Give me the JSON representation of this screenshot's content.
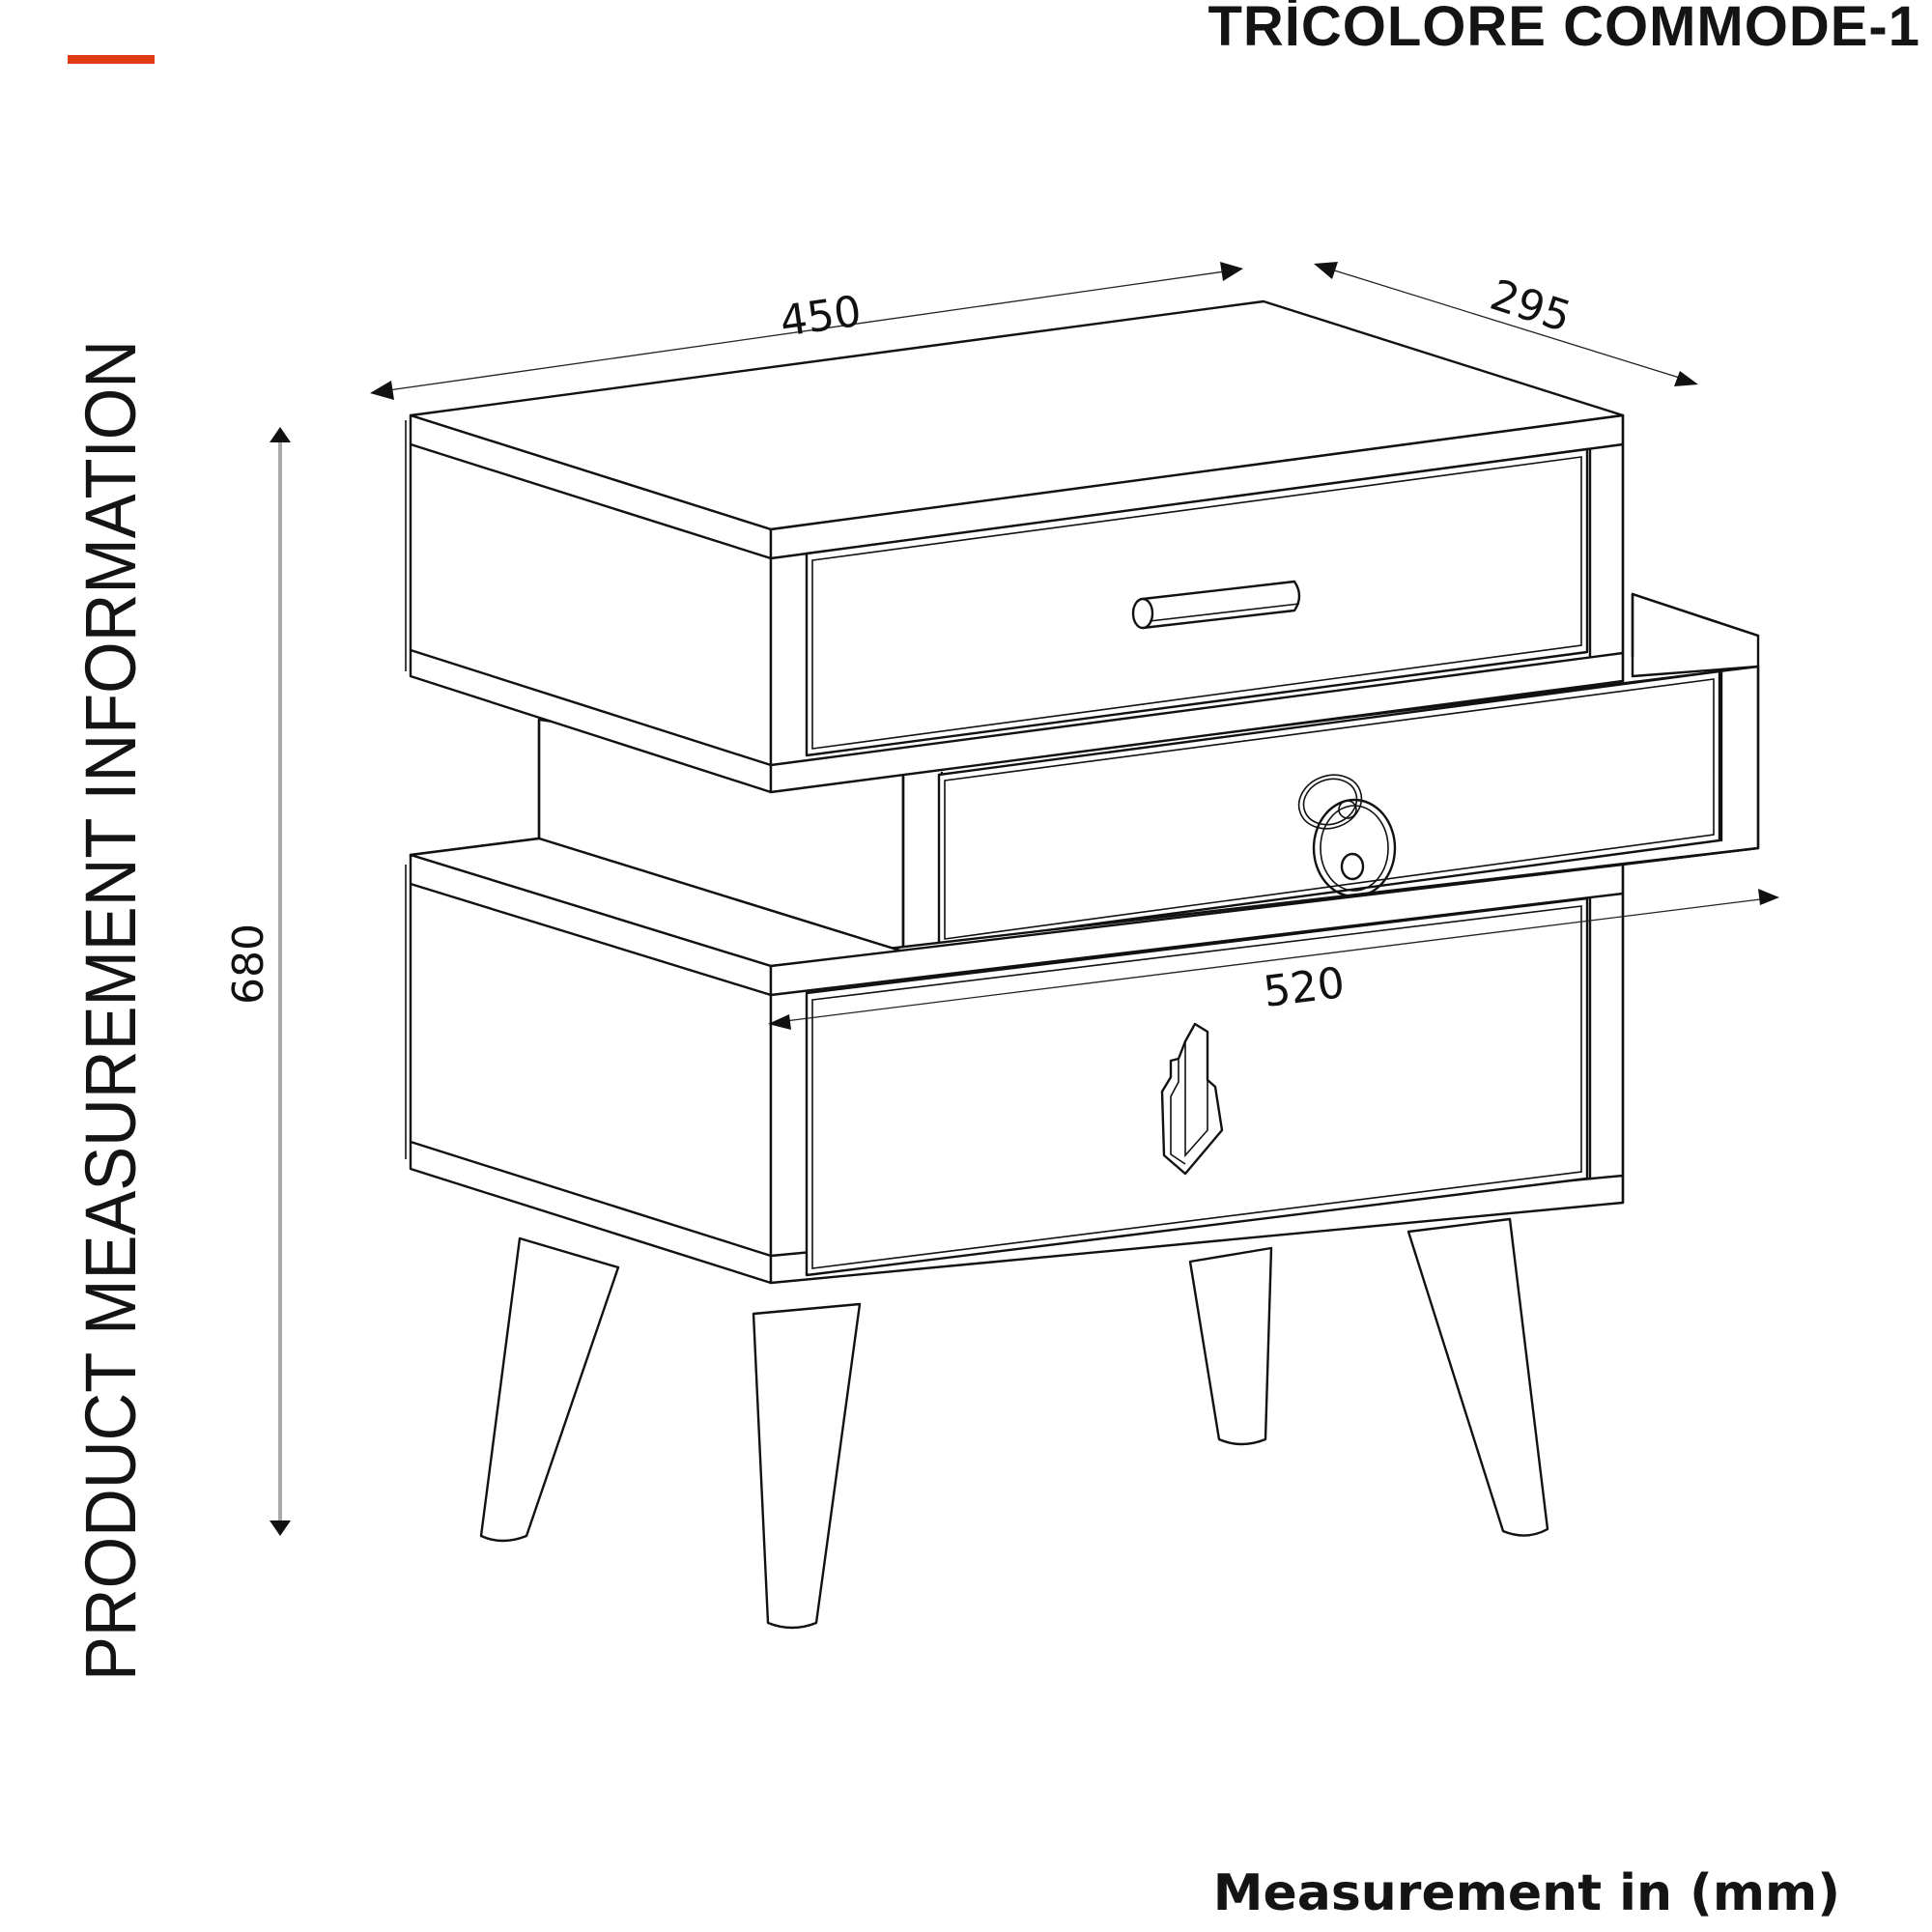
{
  "header": {
    "title": "TRİCOLORE COMMODE-1",
    "rule_color": "#E03A12"
  },
  "side_label": "PRODUCT MEASUREMENT INFORMATION",
  "footer": {
    "units_note": "Measurement in (mm)"
  },
  "dimensions": {
    "width": "450",
    "depth": "295",
    "height": "680",
    "total_width": "520"
  },
  "product": {
    "drawers": [
      {
        "position": "top",
        "handle": "bar-handle"
      },
      {
        "position": "middle",
        "handle": "ring-pull-handle"
      },
      {
        "position": "bottom",
        "handle": "geometric-drop-handle"
      }
    ],
    "legs": 4
  }
}
